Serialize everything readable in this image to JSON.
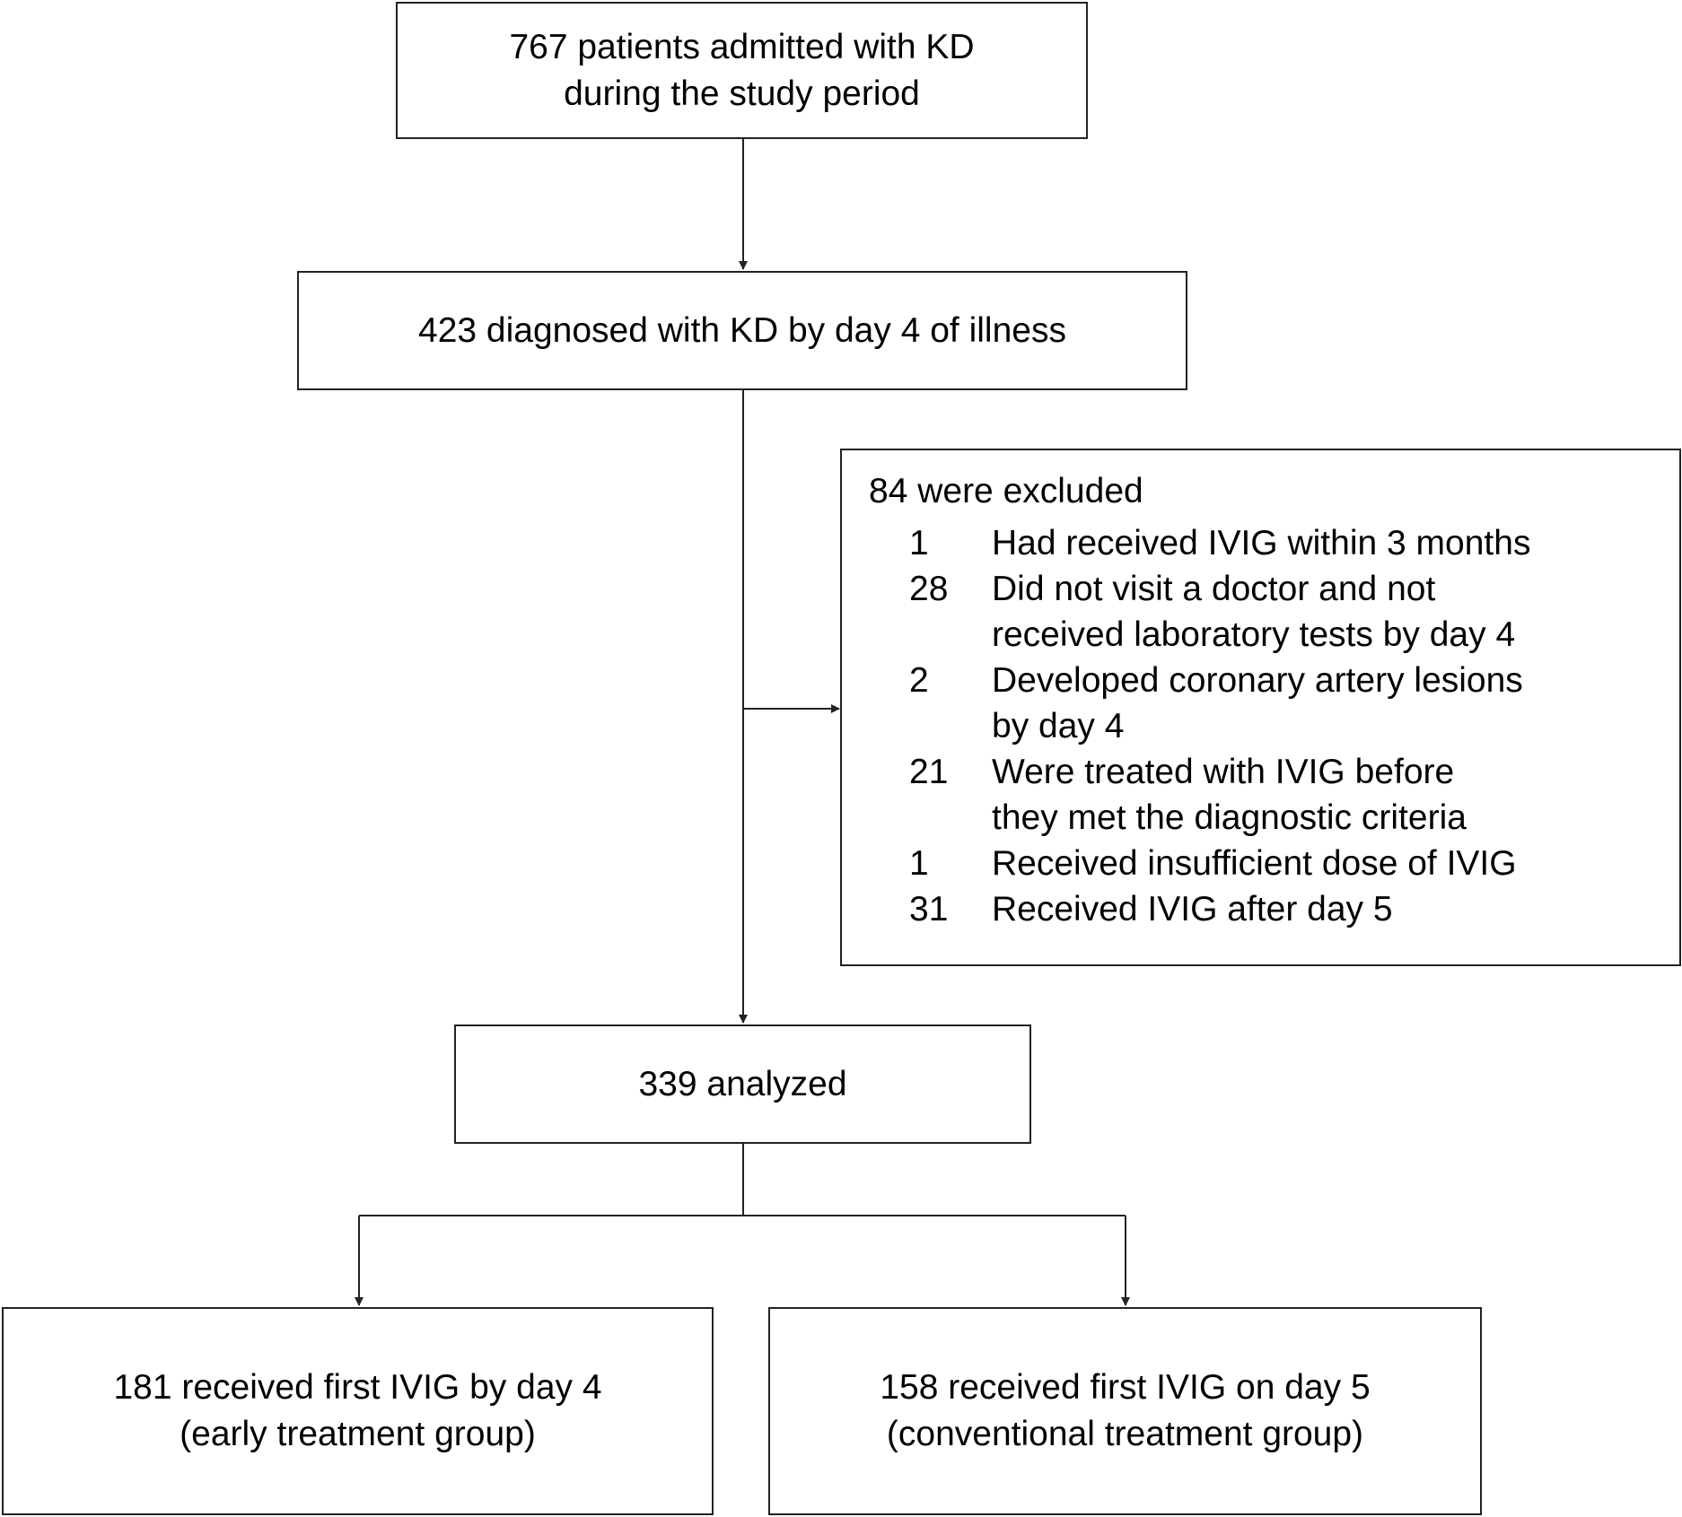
{
  "boxes": {
    "admitted": {
      "lines": [
        "767 patients admitted with KD",
        "during the study period"
      ]
    },
    "diagnosed": {
      "lines": [
        "423 diagnosed with KD by day 4 of illness"
      ]
    },
    "excluded": {
      "title": "84 were excluded",
      "items": [
        {
          "count": "1",
          "lines": [
            "Had received IVIG within 3 months"
          ]
        },
        {
          "count": "28",
          "lines": [
            "Did not visit a doctor and not",
            "received laboratory tests by day 4"
          ]
        },
        {
          "count": "2",
          "lines": [
            "Developed coronary artery lesions",
            "by day 4"
          ]
        },
        {
          "count": "21",
          "lines": [
            "Were treated with IVIG before",
            "they met the diagnostic criteria"
          ]
        },
        {
          "count": "1",
          "lines": [
            "Received insufficient dose of IVIG"
          ]
        },
        {
          "count": "31",
          "lines": [
            "Received IVIG after day 5"
          ]
        }
      ]
    },
    "analyzed": {
      "lines": [
        "339 analyzed"
      ]
    },
    "early": {
      "lines": [
        "181 received first IVIG by day 4",
        "(early treatment group)"
      ]
    },
    "conventional": {
      "lines": [
        "158 received first IVIG on day 5",
        "(conventional treatment group)"
      ]
    }
  }
}
